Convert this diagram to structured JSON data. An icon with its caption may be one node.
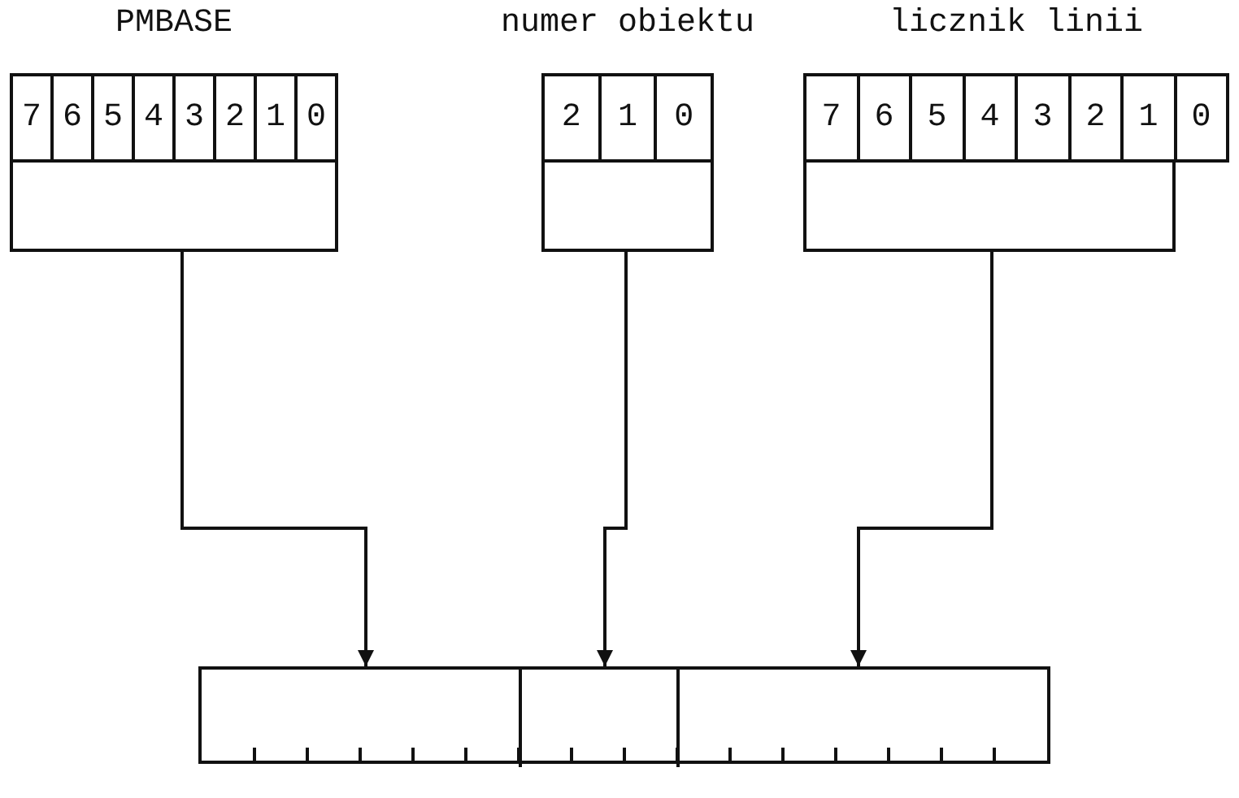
{
  "diagram": {
    "nodes": [
      {
        "text": [
          "PMBASE",
          "7",
          "6",
          "5",
          "4",
          "3",
          "2",
          "1",
          "0"
        ]
      },
      {
        "text": [
          "numer obiektu",
          "2",
          "1",
          "0"
        ]
      },
      {
        "text": [
          "licznik linii",
          "7",
          "6",
          "5",
          "4",
          "3",
          "2",
          "1",
          "0"
        ]
      },
      {
        "text": [],
        "shape": "box"
      }
    ],
    "edges": [
      {
        "from": 0,
        "to": 3,
        "arrow": "to"
      },
      {
        "from": 1,
        "to": 3,
        "arrow": "to"
      },
      {
        "from": 2,
        "to": 3,
        "arrow": "to"
      }
    ]
  }
}
